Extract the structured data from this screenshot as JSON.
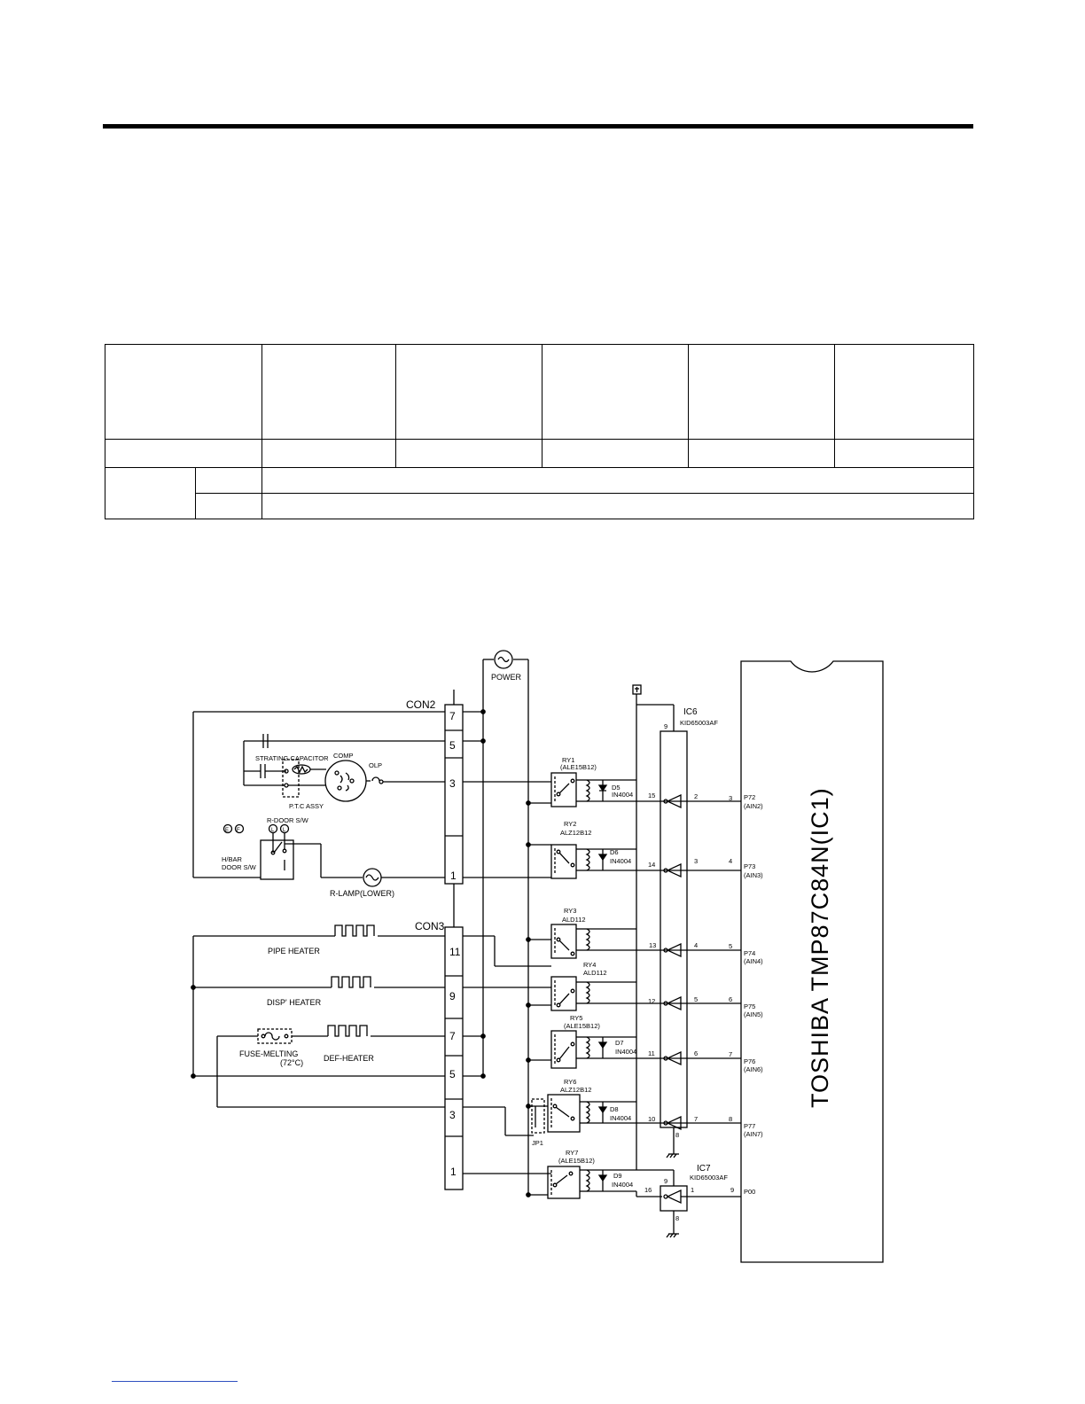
{
  "schematic": {
    "connectors": {
      "con2": {
        "label": "CON2",
        "pins": [
          "7",
          "5",
          "3",
          "1"
        ]
      },
      "con3": {
        "label": "CON3",
        "pins": [
          "11",
          "9",
          "7",
          "5",
          "3",
          "1"
        ]
      }
    },
    "power": "POWER",
    "components": {
      "starting_capacitor": "STRATING CAPACITOR",
      "comp": "COMP",
      "olp": "OLP",
      "ptc": "P.T.C  ASSY",
      "r_door_sw": "R-DOOR S/W",
      "hbar_door_sw_1": "H/BAR",
      "hbar_door_sw_2": "DOOR S/W",
      "r_lamp": "R-LAMP(LOWER)",
      "pipe_heater": "PIPE HEATER",
      "disp_heater": "DISP' HEATER",
      "fuse_1": "FUSE-MELTING",
      "fuse_2": "(72°C)",
      "def_heater": "DEF-HEATER",
      "jp1": "JP1",
      "terminals": [
        "E",
        "F",
        "L",
        "L"
      ]
    },
    "relays": [
      {
        "name": "RY1",
        "part": "(ALE15B12)",
        "diode": "D5",
        "diode_part": "IN4004"
      },
      {
        "name": "RY2",
        "part": "ALZ12B12",
        "diode": "D6",
        "diode_part": "IN4004"
      },
      {
        "name": "RY3",
        "part": "ALD112"
      },
      {
        "name": "RY4",
        "part": "ALD112"
      },
      {
        "name": "RY5",
        "part": "(ALE15B12)",
        "diode": "D7",
        "diode_part": "IN4004"
      },
      {
        "name": "RY6",
        "part": "ALZ12B12",
        "diode": "D8",
        "diode_part": "IN4004"
      },
      {
        "name": "RY7",
        "part": "(ALE15B12)",
        "diode": "D9",
        "diode_part": "IN4004"
      }
    ],
    "ic6": {
      "name": "IC6",
      "part": "KID65003AF",
      "vcc_pin": "9",
      "gnd_pin": "8",
      "out_pins": [
        "15",
        "14",
        "13",
        "12",
        "11",
        "10"
      ],
      "in_pins": [
        "2",
        "3",
        "4",
        "5",
        "6",
        "7"
      ]
    },
    "ic7": {
      "name": "IC7",
      "part": "KID65003AF",
      "vcc_pin": "9",
      "gnd_pin": "8",
      "out_pin": "16",
      "in_pin": "1"
    },
    "mcu": {
      "label": "TOSHIBA  TMP87C84N(IC1)",
      "pin_numbers": [
        "3",
        "4",
        "5",
        "6",
        "7",
        "8",
        "9"
      ],
      "ports": [
        "P72",
        "P73",
        "P74",
        "P75",
        "P76",
        "P77",
        "P00"
      ],
      "ain": [
        "(AIN2)",
        "(AIN3)",
        "(AIN4)",
        "(AIN5)",
        "(AIN6)",
        "(AIN7)"
      ]
    }
  }
}
